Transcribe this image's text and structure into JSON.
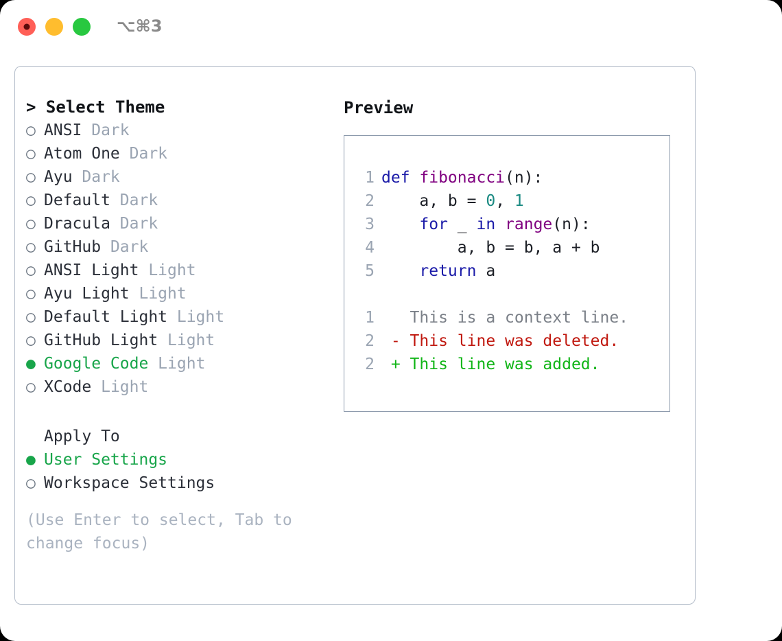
{
  "titlebar": {
    "shortcut": "⌥⌘3",
    "buttons": [
      "close",
      "minimize",
      "maximize"
    ]
  },
  "theme_list": {
    "header": "> Select Theme",
    "items": [
      {
        "name": "ANSI",
        "variant": "Dark",
        "selected": false,
        "marker": "○"
      },
      {
        "name": "Atom One",
        "variant": "Dark",
        "selected": false,
        "marker": "○"
      },
      {
        "name": "Ayu",
        "variant": "Dark",
        "selected": false,
        "marker": "○"
      },
      {
        "name": "Default",
        "variant": "Dark",
        "selected": false,
        "marker": "○"
      },
      {
        "name": "Dracula",
        "variant": "Dark",
        "selected": false,
        "marker": "○"
      },
      {
        "name": "GitHub",
        "variant": "Dark",
        "selected": false,
        "marker": "○"
      },
      {
        "name": "ANSI Light",
        "variant": "Light",
        "selected": false,
        "marker": "○"
      },
      {
        "name": "Ayu Light",
        "variant": "Light",
        "selected": false,
        "marker": "○"
      },
      {
        "name": "Default Light",
        "variant": "Light",
        "selected": false,
        "marker": "○"
      },
      {
        "name": "GitHub Light",
        "variant": "Light",
        "selected": false,
        "marker": "○"
      },
      {
        "name": "Google Code",
        "variant": "Light",
        "selected": true,
        "marker": "●"
      },
      {
        "name": "XCode",
        "variant": "Light",
        "selected": false,
        "marker": "○"
      }
    ]
  },
  "apply_to": {
    "label": "Apply To",
    "options": [
      {
        "name": "User Settings",
        "selected": true,
        "marker": "●"
      },
      {
        "name": "Workspace Settings",
        "selected": false,
        "marker": "○"
      }
    ]
  },
  "hint": "(Use Enter to select, Tab to change focus)",
  "preview": {
    "title": "Preview",
    "code_lines": [
      {
        "n": "1",
        "tokens": [
          {
            "t": "def ",
            "c": "kw"
          },
          {
            "t": "fibonacci",
            "c": "fn"
          },
          {
            "t": "(n):",
            "c": "pln"
          }
        ]
      },
      {
        "n": "2",
        "tokens": [
          {
            "t": "    a, b = ",
            "c": "pln"
          },
          {
            "t": "0",
            "c": "num"
          },
          {
            "t": ", ",
            "c": "pln"
          },
          {
            "t": "1",
            "c": "num"
          }
        ]
      },
      {
        "n": "3",
        "tokens": [
          {
            "t": "    ",
            "c": "pln"
          },
          {
            "t": "for",
            "c": "kw"
          },
          {
            "t": " _ ",
            "c": "pln"
          },
          {
            "t": "in",
            "c": "kw"
          },
          {
            "t": " ",
            "c": "pln"
          },
          {
            "t": "range",
            "c": "fn"
          },
          {
            "t": "(n):",
            "c": "pln"
          }
        ]
      },
      {
        "n": "4",
        "tokens": [
          {
            "t": "        a, b = b, a + b",
            "c": "pln"
          }
        ]
      },
      {
        "n": "5",
        "tokens": [
          {
            "t": "    ",
            "c": "pln"
          },
          {
            "t": "return",
            "c": "kw"
          },
          {
            "t": " a",
            "c": "pln"
          }
        ]
      }
    ],
    "diff_lines": [
      {
        "n": "1",
        "sign": "  ",
        "text": "This is a context line.",
        "c": "ctx"
      },
      {
        "n": "2",
        "sign": "- ",
        "text": "This line was deleted.",
        "c": "del"
      },
      {
        "n": "2",
        "sign": "+ ",
        "text": "This line was added.",
        "c": "add"
      }
    ]
  },
  "colors": {
    "accent_green": "#18a54a",
    "keyword": "#1a1aa8",
    "function": "#800080",
    "number": "#1a8a82",
    "diff_deleted": "#c0180f",
    "diff_added": "#11b517",
    "muted": "#9aa4b2",
    "border": "#8b99ab",
    "traffic_red": "#ff5f57",
    "traffic_yellow": "#ffbd2e",
    "traffic_green": "#28c840"
  }
}
